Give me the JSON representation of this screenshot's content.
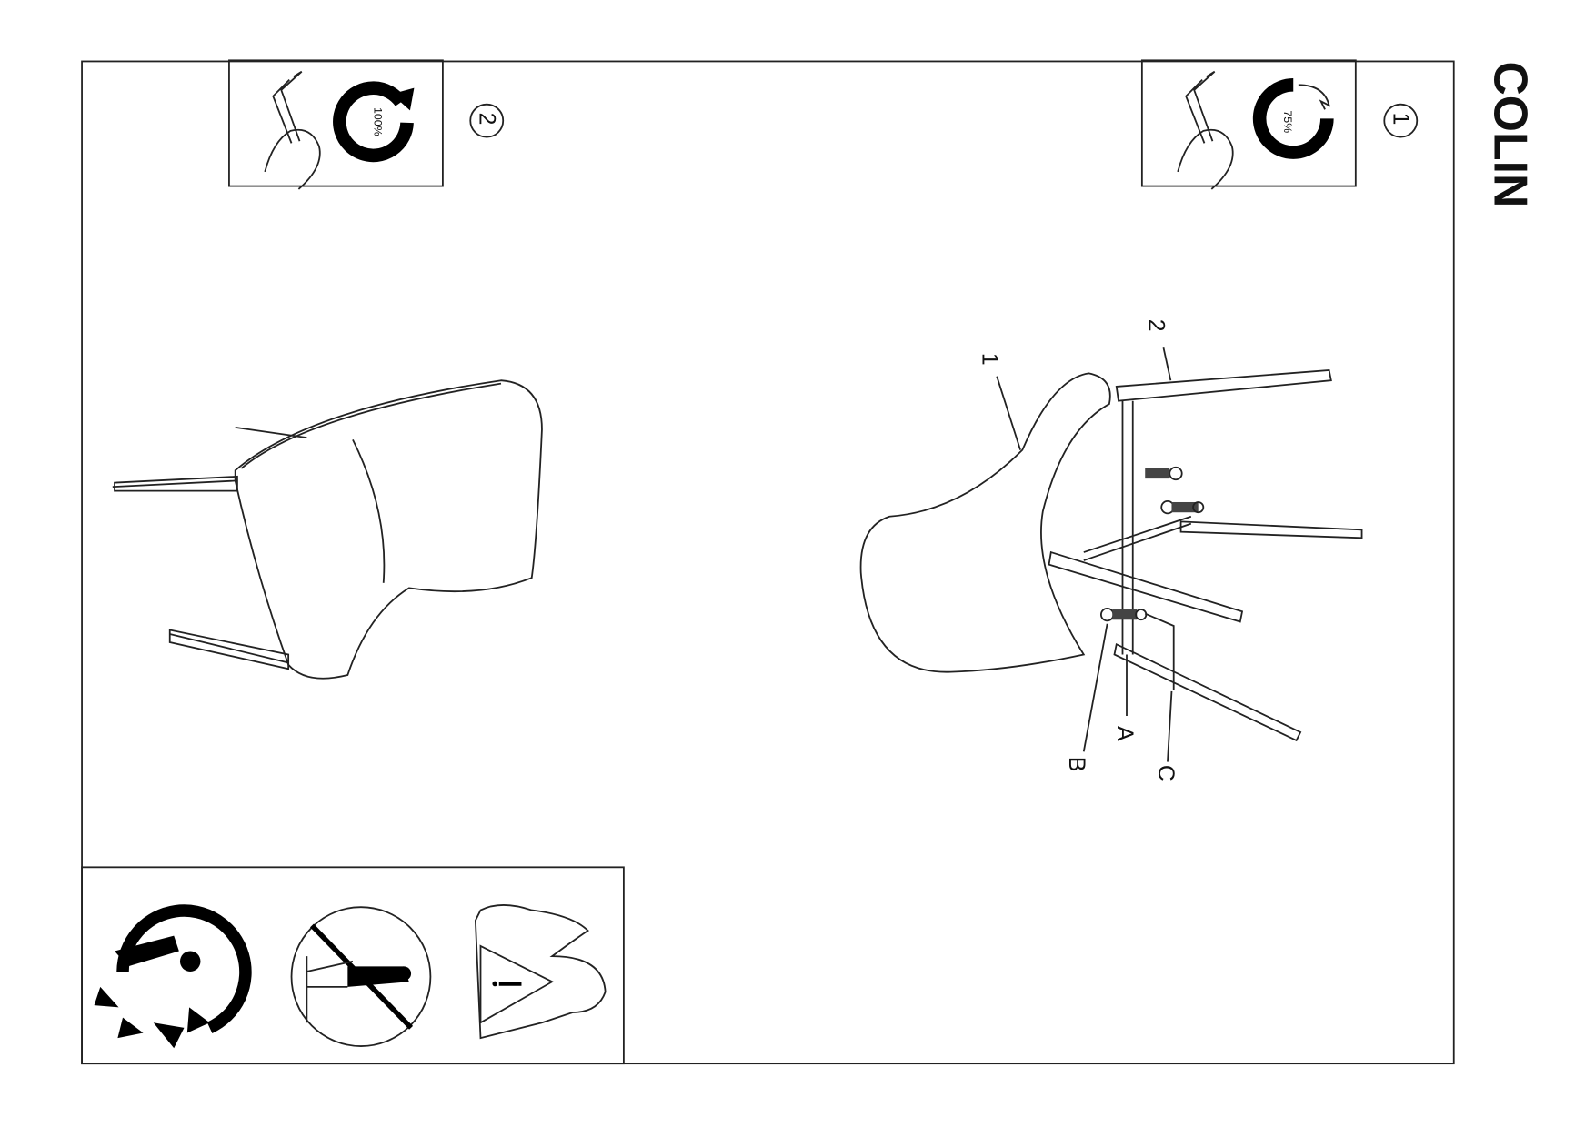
{
  "product_name": "COLIN",
  "steps": [
    {
      "number": "1",
      "tighten_percent": "75%",
      "icon": "allen-key-hand-icon"
    },
    {
      "number": "2",
      "tighten_percent": "100%",
      "icon": "allen-key-hand-icon"
    }
  ],
  "part_labels": {
    "seat": "1",
    "leg": "2",
    "bolt": "A",
    "washer": "B",
    "allen_key": "C"
  },
  "warnings": [
    "no-tipping-icon",
    "no-standing-on-chair-icon",
    "caution-icon"
  ]
}
